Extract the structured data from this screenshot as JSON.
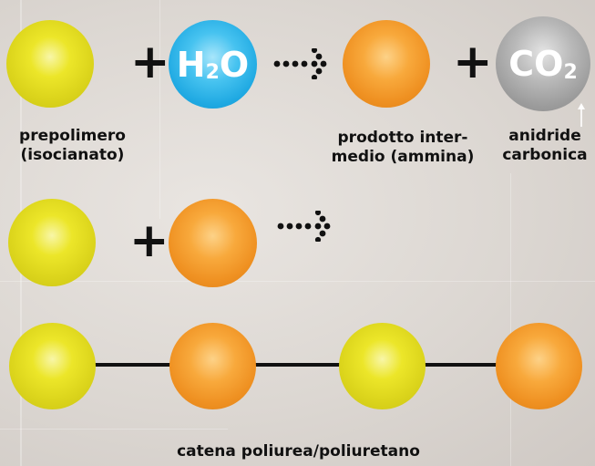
{
  "reaction_1": {
    "water": {
      "formula": "H",
      "subscript": "2",
      "suffix": "O"
    },
    "carbon_dioxide": {
      "formula": "CO",
      "subscript": "2"
    },
    "labels": {
      "prepolymer_line1": "prepolimero",
      "prepolymer_line2": "(isocianato)",
      "intermediate_line1": "prodotto inter-",
      "intermediate_line2": "medio (ammina)",
      "co2_line1": "anidride",
      "co2_line2": "carbonica"
    }
  },
  "product": {
    "label": "catena poliurea/poliuretano"
  },
  "colors": {
    "isocyanate": "#e4de1f",
    "amine": "#f39c2c",
    "water": "#29b2e8",
    "carbon_dioxide": "#a6a6a6",
    "bond": "#111111"
  },
  "icons": {
    "plus": "plus-sign",
    "arrow": "dotted-reaction-arrow"
  }
}
